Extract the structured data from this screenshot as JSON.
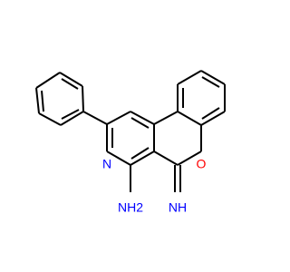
{
  "molecule": {
    "atoms": {
      "ring_nitrogen": {
        "label": "N",
        "color": "#0000ff"
      },
      "ring_oxygen": {
        "label": "O",
        "color": "#ff0000"
      },
      "amine_group": {
        "label": "NH2",
        "color": "#0000ff"
      },
      "imine_group": {
        "label": "NH",
        "color": "#0000ff"
      }
    },
    "bond_color": "#000000"
  }
}
